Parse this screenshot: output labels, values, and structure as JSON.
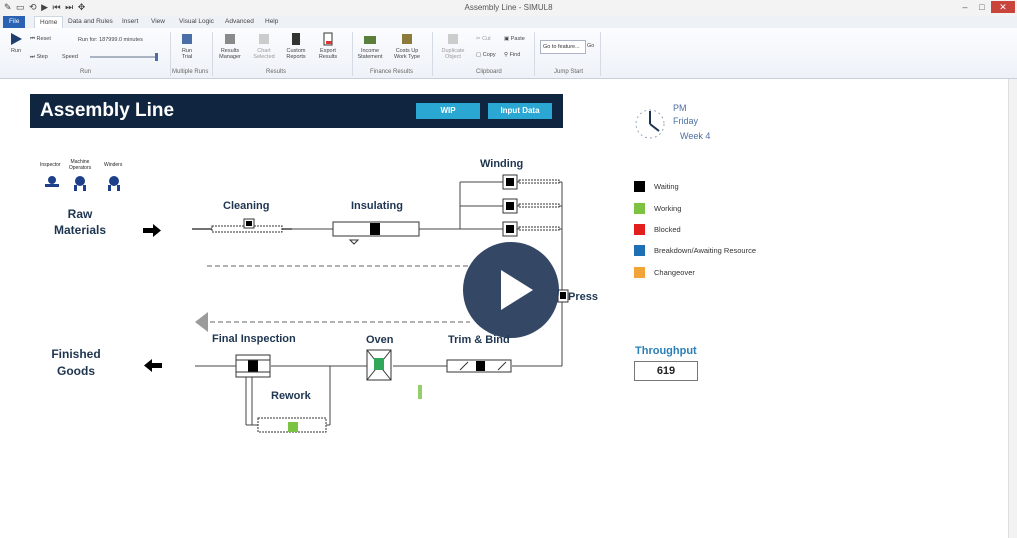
{
  "window": {
    "title": "Assembly Line - SIMUL8",
    "quick_access": "✎ ▭ ⟲ ▶ ⏮ ⏭ ✥"
  },
  "tabs": [
    "File",
    "Home",
    "Data and Rules",
    "Insert",
    "View",
    "Visual Logic",
    "Advanced",
    "Help"
  ],
  "ribbon": {
    "run_group": {
      "run": "Run",
      "reset": "Reset",
      "step": "Step",
      "speed": "Speed",
      "run_for": "Run for: 187999.0 minutes",
      "label": "Run"
    },
    "trials": {
      "run": "Run",
      "trial": "Trial",
      "label": "Multiple Runs"
    },
    "results": {
      "results_manager": "Results Manager",
      "chart_selected": "Chart Selected",
      "custom_reports": "Custom Reports",
      "export_results": "Export Results",
      "label": "Results"
    },
    "finance": {
      "income": "Income Statement",
      "costs": "Costs Up Work Type",
      "label": "Finance Results"
    },
    "clipboard": {
      "duplicate": "Duplicate Object",
      "cut": "Cut",
      "copy": "Copy",
      "paste": "Paste",
      "find": "Find",
      "label": "Clipboard"
    },
    "jump": {
      "input": "Go to feature...",
      "go": "Go",
      "label": "Jump Start"
    }
  },
  "header": {
    "title": "Assembly Line",
    "wip_button": "WIP",
    "input_button": "Input Data"
  },
  "resources": {
    "inspector": "Inspector",
    "machine_operators": "Machine Operators",
    "winders": "Winders"
  },
  "labels": {
    "raw_materials": "Raw Materials",
    "finished_goods": "Finished Goods",
    "cleaning": "Cleaning",
    "insulating": "Insulating",
    "winding": "Winding",
    "press": "Press",
    "final_inspection": "Final Inspection",
    "oven": "Oven",
    "trim_bind": "Trim & Bind",
    "rework": "Rework"
  },
  "clock": {
    "ampm": "PM",
    "day": "Friday",
    "week": "Week 4"
  },
  "legend": [
    {
      "label": "Waiting",
      "color": "#000000"
    },
    {
      "label": "Working",
      "color": "#7cc243"
    },
    {
      "label": "Blocked",
      "color": "#e31e1e"
    },
    {
      "label": "Breakdown/Awaiting Resource",
      "color": "#1f6fb4"
    },
    {
      "label": "Changeover",
      "color": "#f2a33a"
    }
  ],
  "throughput": {
    "label": "Throughput",
    "value": "619"
  },
  "colors": {
    "header": "#10253f",
    "accent": "#2aa7d3",
    "play": "#2c3e5a"
  }
}
